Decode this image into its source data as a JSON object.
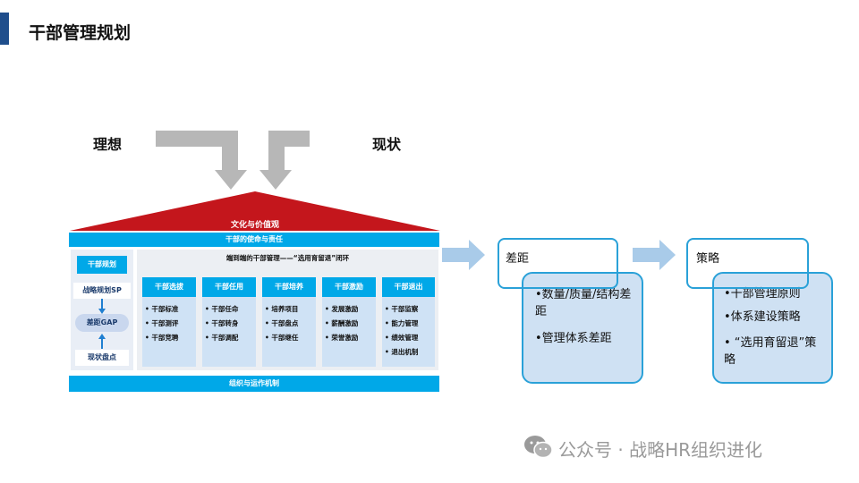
{
  "page": {
    "title": "干部管理规划"
  },
  "labels": {
    "ideal": "理想",
    "current": "现状"
  },
  "house": {
    "roof": "文化与价值观",
    "mission": "干部的使命与责任",
    "foundation": "组织与运作机制",
    "left_panel": {
      "header": "干部规划",
      "items": [
        "战略规划SP",
        "差距GAP",
        "现状盘点"
      ]
    },
    "loop_title": "端到端的干部管理——“选用育留退”闭环",
    "columns": [
      {
        "title": "干部选拔",
        "items": [
          "干部标准",
          "干部测评",
          "干部竞聘"
        ]
      },
      {
        "title": "干部任用",
        "items": [
          "干部任命",
          "干部转身",
          "干部调配"
        ]
      },
      {
        "title": "干部培养",
        "items": [
          "培养项目",
          "干部盘点",
          "干部继任"
        ]
      },
      {
        "title": "干部激励",
        "items": [
          "发展激励",
          "薪酬激励",
          "荣誉激励"
        ]
      },
      {
        "title": "干部退出",
        "items": [
          "干部监察",
          "能力管理",
          "绩效管理",
          "退出机制"
        ]
      }
    ]
  },
  "gap": {
    "title": "差距",
    "items": [
      "•数量/质量/结构差距",
      "•管理体系差距"
    ]
  },
  "strategy": {
    "title": "策略",
    "items": [
      "•干部管理原则",
      "•体系建设策略",
      "• “选用育留退”策略"
    ]
  },
  "watermark": "公众号 · 战略HR组织进化",
  "colors": {
    "accent": "#00a8e8",
    "roof": "#c4161c",
    "title_bar": "#1f4e8c",
    "box_border": "#2aa1d8"
  }
}
